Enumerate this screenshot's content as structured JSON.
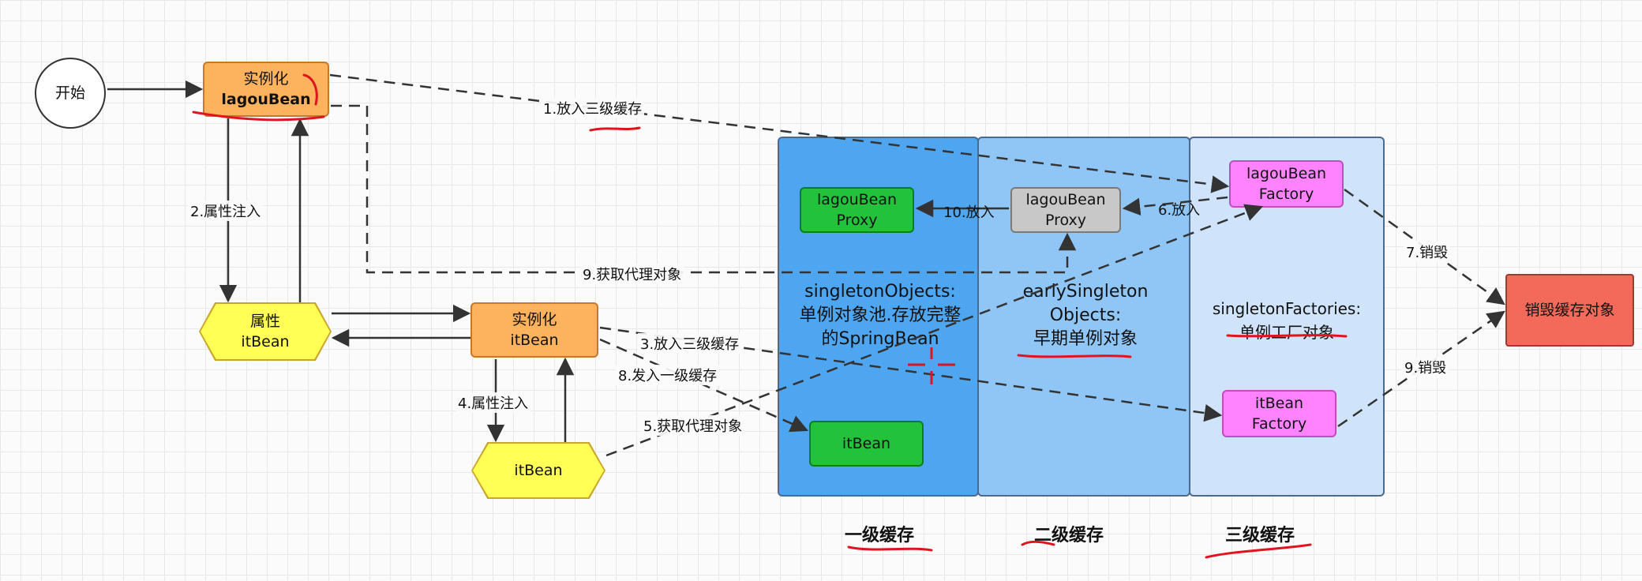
{
  "nodes": {
    "start": "开始",
    "instantiate_lagou": [
      "实例化",
      "lagouBean"
    ],
    "prop_itbean": [
      "属性",
      "itBean"
    ],
    "instantiate_itbean": [
      "实例化",
      "itBean"
    ],
    "itbean_hex": "itBean",
    "lagou_proxy_l1": [
      "lagouBean",
      "Proxy"
    ],
    "lagou_proxy_l2": [
      "lagouBean",
      "Proxy"
    ],
    "lagou_factory": [
      "lagouBean",
      "Factory"
    ],
    "itbean_l1": "itBean",
    "itbean_factory": [
      "itBean",
      "Factory"
    ],
    "destroy": "销毁缓存对象"
  },
  "panels": {
    "singleton_objects": [
      "singletonObjects:",
      "单例对象池.存放完整",
      "的SpringBean"
    ],
    "early_singleton_objects": [
      "earlySingleton",
      "Objects:",
      "早期单例对象"
    ],
    "singleton_factories": [
      "singletonFactories:",
      "单例工厂对象"
    ]
  },
  "edge_labels": {
    "e1": "1.放入三级缓存",
    "e2": "2.属性注入",
    "e3": "3.放入三级缓存",
    "e4": "4.属性注入",
    "e5": "5.获取代理对象",
    "e6": "6.放入",
    "e7": "7.销毁",
    "e8": "8.发入一级缓存",
    "e9a": "9.获取代理对象",
    "e9b": "9.销毁",
    "e10": "10.放入"
  },
  "levels": {
    "level1": "一级缓存",
    "level2": "二级缓存",
    "level3": "三级缓存"
  },
  "colors": {
    "orange_node": "#fdb25e",
    "yellow_hex": "#ffff55",
    "green_node": "#22c33b",
    "gray_node": "#c8c8c8",
    "pink_node": "#ff82ff",
    "red_node": "#f3695a",
    "panel_level1": "#4ea6f1",
    "panel_level2": "#8fc6f6",
    "panel_level3": "#cfe4fb",
    "annotation_red": "#e0141e"
  }
}
